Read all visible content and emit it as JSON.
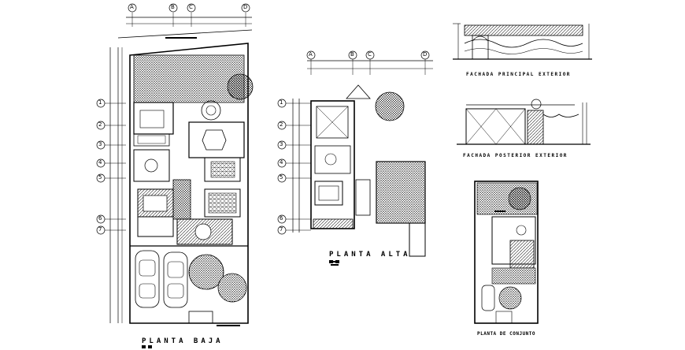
{
  "drawings": {
    "planta_baja": {
      "title": "PLANTA BAJA",
      "col_axes": [
        "A",
        "B",
        "C",
        "D"
      ],
      "row_axes": [
        "1",
        "2",
        "3",
        "4",
        "5",
        "6",
        "7"
      ]
    },
    "planta_alta": {
      "title": "PLANTA ALTA",
      "col_axes": [
        "A",
        "B",
        "C",
        "D"
      ],
      "row_axes": [
        "1",
        "2",
        "3",
        "4",
        "5",
        "6",
        "7"
      ]
    },
    "fachada_principal": {
      "title": "FACHADA PRINCIPAL EXTERIOR"
    },
    "fachada_posterior": {
      "title": "FACHADA POSTERIOR EXTERIOR"
    },
    "planta_conjunto": {
      "title": "PLANTA DE CONJUNTO"
    }
  },
  "colors": {
    "line": "#000000",
    "background": "#ffffff",
    "hatch": "#111111"
  }
}
